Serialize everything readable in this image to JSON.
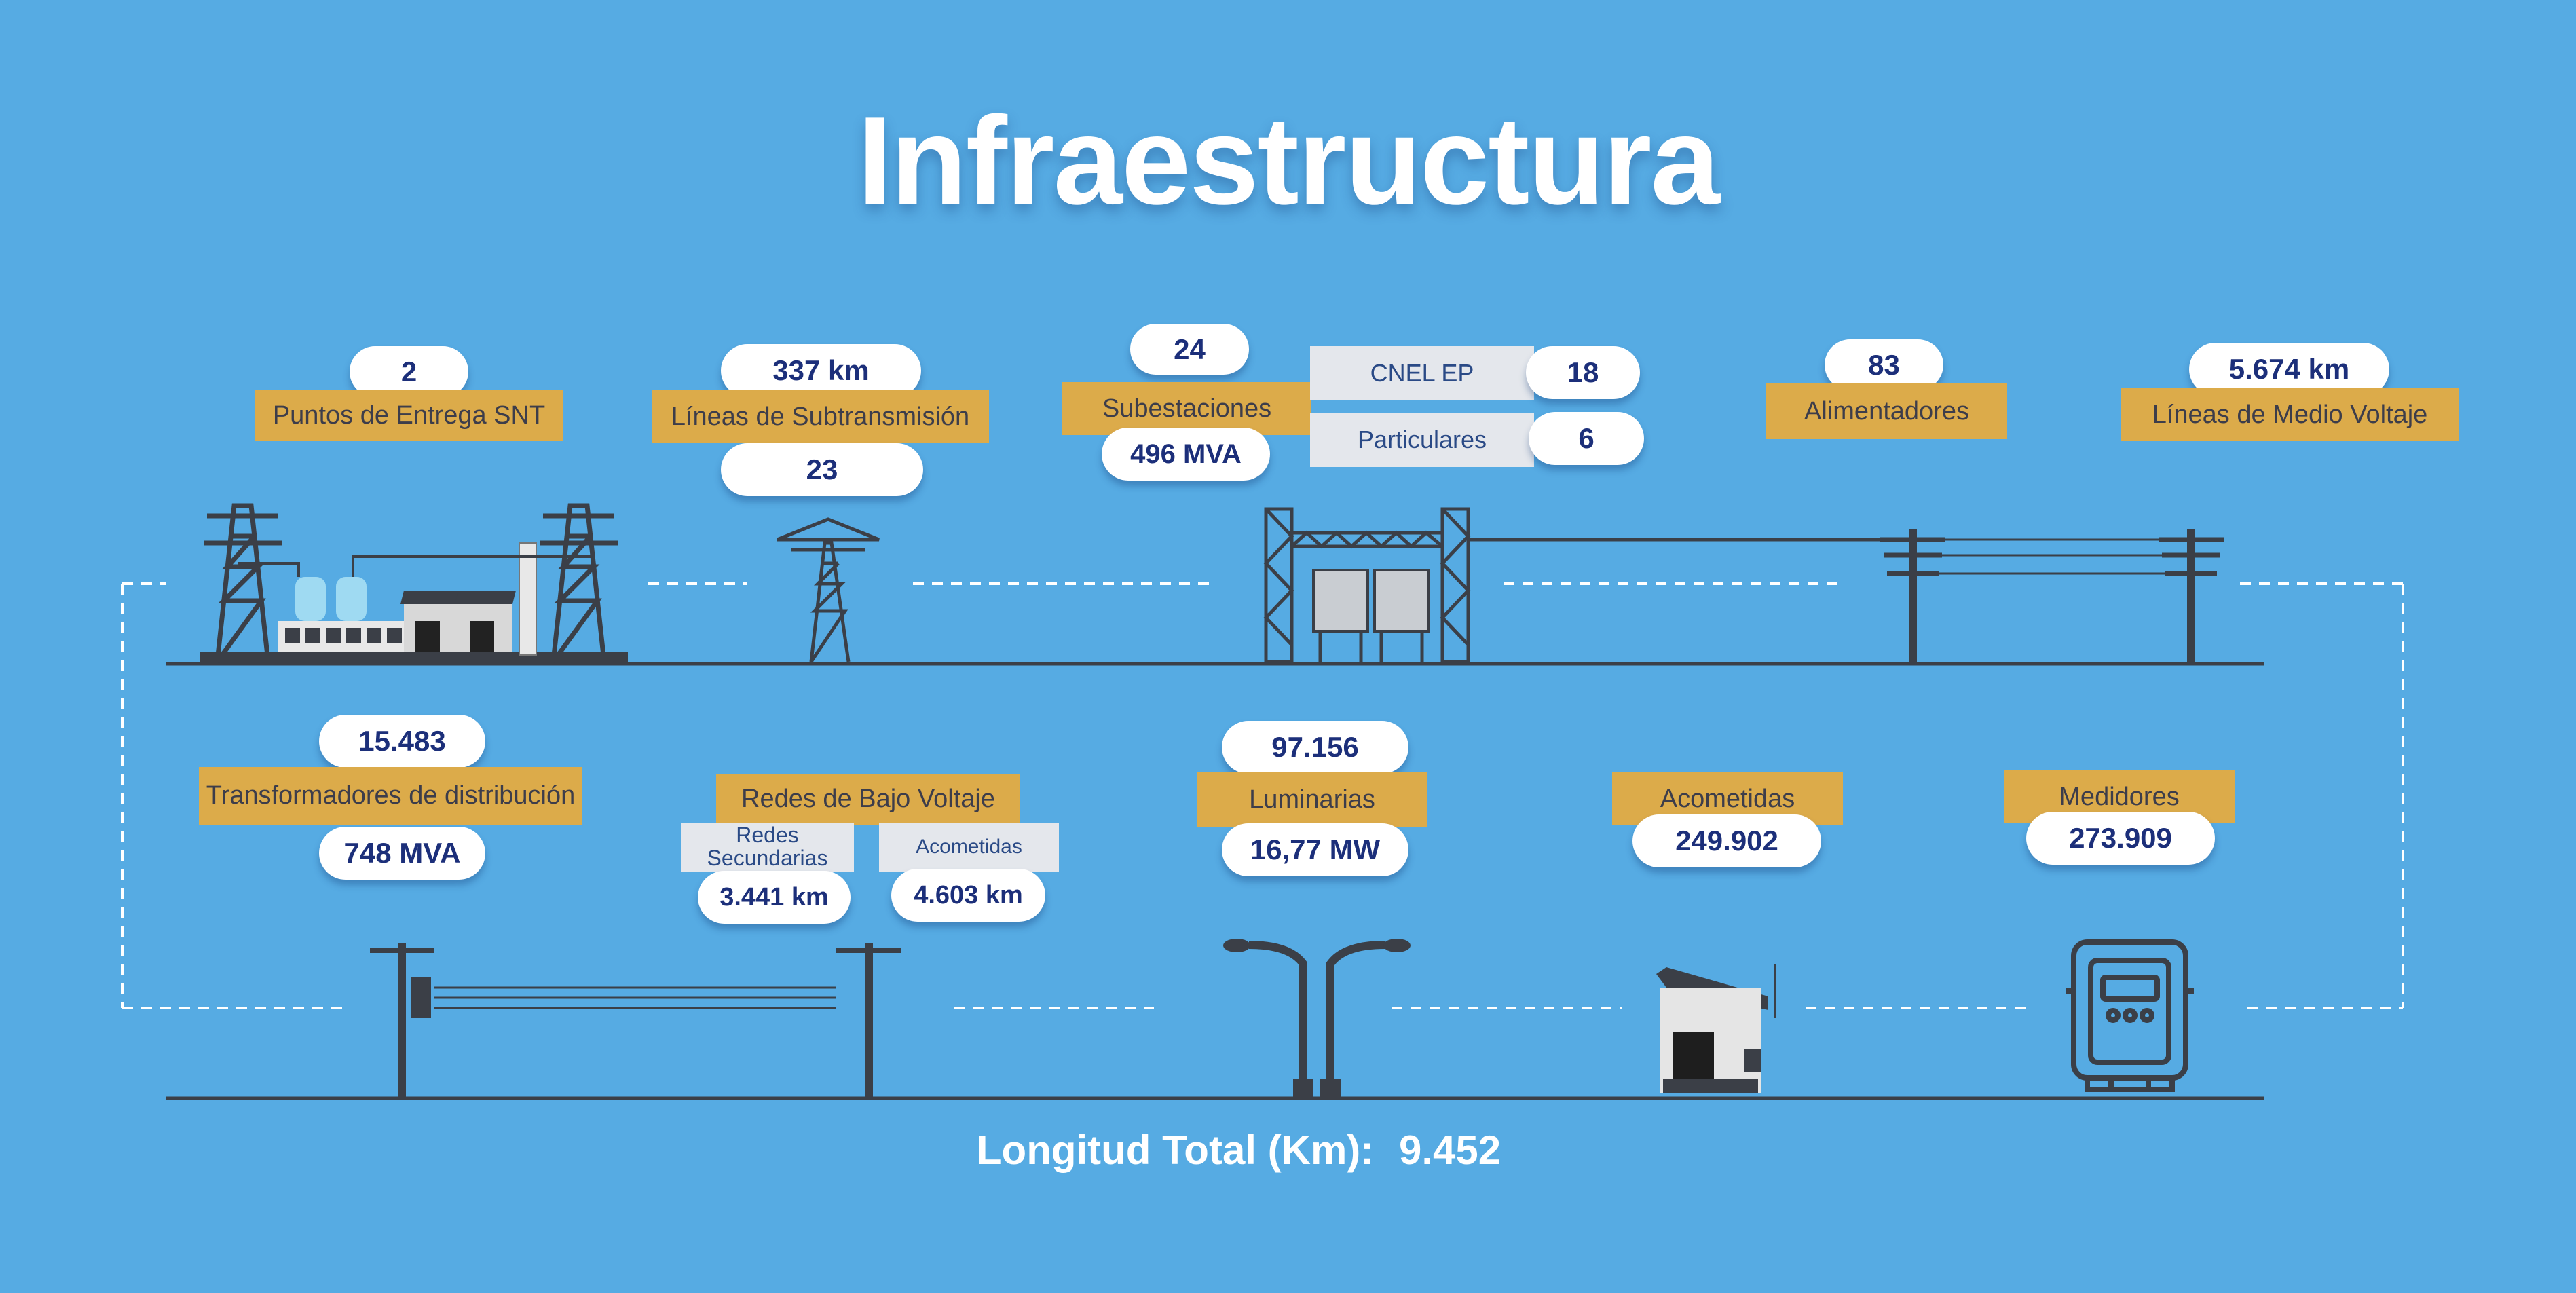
{
  "title": "Infraestructura",
  "colors": {
    "background": "#56abe3",
    "label_gold": "#dcab4a",
    "value_text": "#1c2f7a",
    "pole_dark": "#3b3f47",
    "dashed_line": "#ffffff"
  },
  "top_row": {
    "puntos": {
      "value": "2",
      "label": "Puntos de Entrega SNT"
    },
    "subtransmision": {
      "value": "337 km",
      "label": "Líneas de Subtransmisión",
      "count": "23"
    },
    "subestaciones": {
      "value": "24",
      "label": "Subestaciones",
      "capacity": "496 MVA",
      "cnel_label": "CNEL EP",
      "cnel_value": "18",
      "particulares_label": "Particulares",
      "particulares_value": "6"
    },
    "alimentadores": {
      "value": "83",
      "label": "Alimentadores"
    },
    "medio_voltaje": {
      "value": "5.674 km",
      "label": "Líneas de Medio Voltaje"
    }
  },
  "bottom_row": {
    "transformadores": {
      "value": "15.483",
      "label": "Transformadores de distribución",
      "capacity": "748 MVA"
    },
    "bajo_voltaje": {
      "label": "Redes de Bajo Voltaje",
      "secundarias_label": "Redes Secundarias",
      "secundarias_value": "3.441 km",
      "acometidas_label": "Acometidas",
      "acometidas_value": "4.603 km"
    },
    "luminarias": {
      "value": "97.156",
      "label": "Luminarias",
      "power": "16,77 MW"
    },
    "acometidas": {
      "label": "Acometidas",
      "value": "249.902"
    },
    "medidores": {
      "label": "Medidores",
      "value": "273.909"
    }
  },
  "total": {
    "label": "Longitud Total (Km):",
    "value": "9.452"
  },
  "icons": [
    "substation-plant-icon",
    "transmission-tower-icon",
    "substation-structure-icon",
    "utility-pole-icon",
    "distribution-transformer-icon",
    "street-light-icon",
    "service-house-icon",
    "electric-meter-icon"
  ]
}
